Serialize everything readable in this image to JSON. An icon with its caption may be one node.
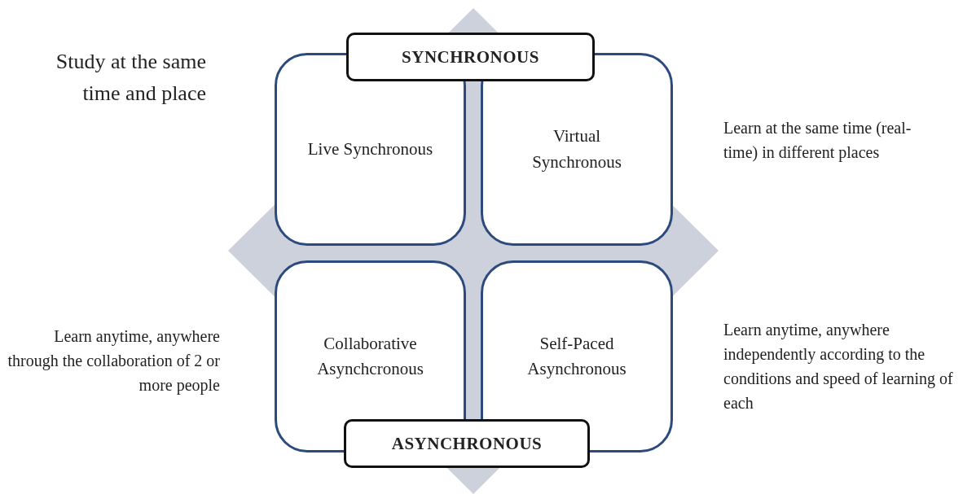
{
  "diagram": {
    "nodes": [
      {
        "text": [
          "SYNCHRONOUS"
        ]
      },
      {
        "text": [
          "Live Synchronous"
        ]
      },
      {
        "text": [
          "Virtual Synchronous"
        ]
      },
      {
        "text": [
          "Collaborative Asynchcronous"
        ]
      },
      {
        "text": [
          "Self-Paced Asynchronous"
        ]
      },
      {
        "text": [
          "ASYNCHRONOUS"
        ]
      }
    ],
    "edges": [],
    "labels": [
      "Study at the same time and place",
      "Learn at the same time (real-time) in different places",
      "Learn anytime, anywhere through the collaboration of 2 or more people",
      "Learn anytime, anywhere independently according to the conditions and speed of learning of each"
    ]
  }
}
